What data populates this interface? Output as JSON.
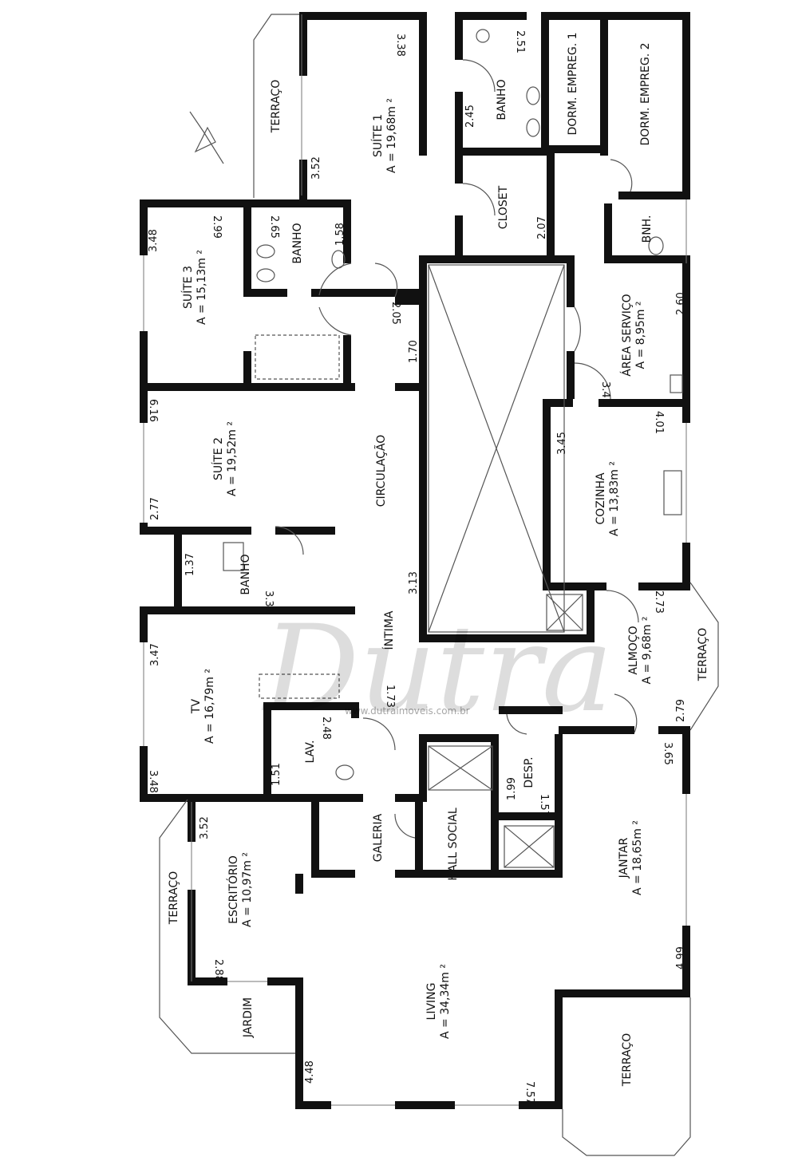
{
  "rooms": {
    "suite1": {
      "name": "SUÍTE 1",
      "area": "A = 19,68m ²"
    },
    "suite2": {
      "name": "SUÍTE 2",
      "area": "A = 19,52m ²"
    },
    "suite3": {
      "name": "SUÍTE 3",
      "area": "A = 15,13m ²"
    },
    "tv": {
      "name": "TV",
      "area": "A = 16,79m ²"
    },
    "escritorio": {
      "name": "ESCRITÓRIO",
      "area": "A = 10,97m ²"
    },
    "living": {
      "name": "LIVING",
      "area": "A = 34,34m ²"
    },
    "jantar": {
      "name": "JANTAR",
      "area": "A = 18,65m ²"
    },
    "almoco": {
      "name": "ALMOÇO",
      "area": "A = 9,68m ²"
    },
    "cozinha": {
      "name": "COZINHA",
      "area": "A = 13,83m ²"
    },
    "area_servico": {
      "name": "ÁREA SERVIÇO",
      "area": "A = 8,95m ²"
    },
    "dorm_empreg_1": "DORM. EMPREG. 1",
    "dorm_empreg_2": "DORM. EMPREG. 2",
    "banho_suite1": "BANHO",
    "banho_suite3": "BANHO",
    "banho_suite2": "BANHO",
    "closet": "CLOSET",
    "bnh": "BNH.",
    "circulacao": "CIRCULAÇÃO",
    "intima": "ÍNTIMA",
    "lav": "LAV.",
    "desp": "DESP.",
    "galeria": "GALERIA",
    "hall_social": "HALL SOCIAL",
    "terraco_top": "TERRAÇO",
    "terraco_left": "TERRAÇO",
    "terraco_right": "TERRAÇO",
    "terraco_bottom": "TERRAÇO",
    "jardim": "JARDIM"
  },
  "dimensions": {
    "d338": "3.38",
    "d251": "2.51",
    "d245": "2.45",
    "d352a": "3.52",
    "d207": "2.07",
    "d348a": "3.48",
    "d299": "2.99",
    "d265": "2.65",
    "d158": "1.58",
    "d205": "2.05",
    "d170": "1.70",
    "d260": "2.60",
    "d341": "3.41",
    "d616": "6.16",
    "d401": "4.01",
    "d345": "3.45",
    "d277": "2.77",
    "d137": "1.37",
    "d331": "3.31",
    "d313": "3.13",
    "d273": "2.73",
    "d347": "3.47",
    "d279": "2.79",
    "d173": "1.73",
    "d248": "2.48",
    "d151": "1.51",
    "d348b": "3.48",
    "d365": "3.65",
    "d199": "1.99",
    "d157": "1.57",
    "d352b": "3.52",
    "d288": "2.88",
    "d499": "4.99",
    "d448": "4.48",
    "d757": "7.57"
  },
  "watermark": {
    "logo": "Dutra",
    "url": "www.dutraimoveis.com.br"
  }
}
